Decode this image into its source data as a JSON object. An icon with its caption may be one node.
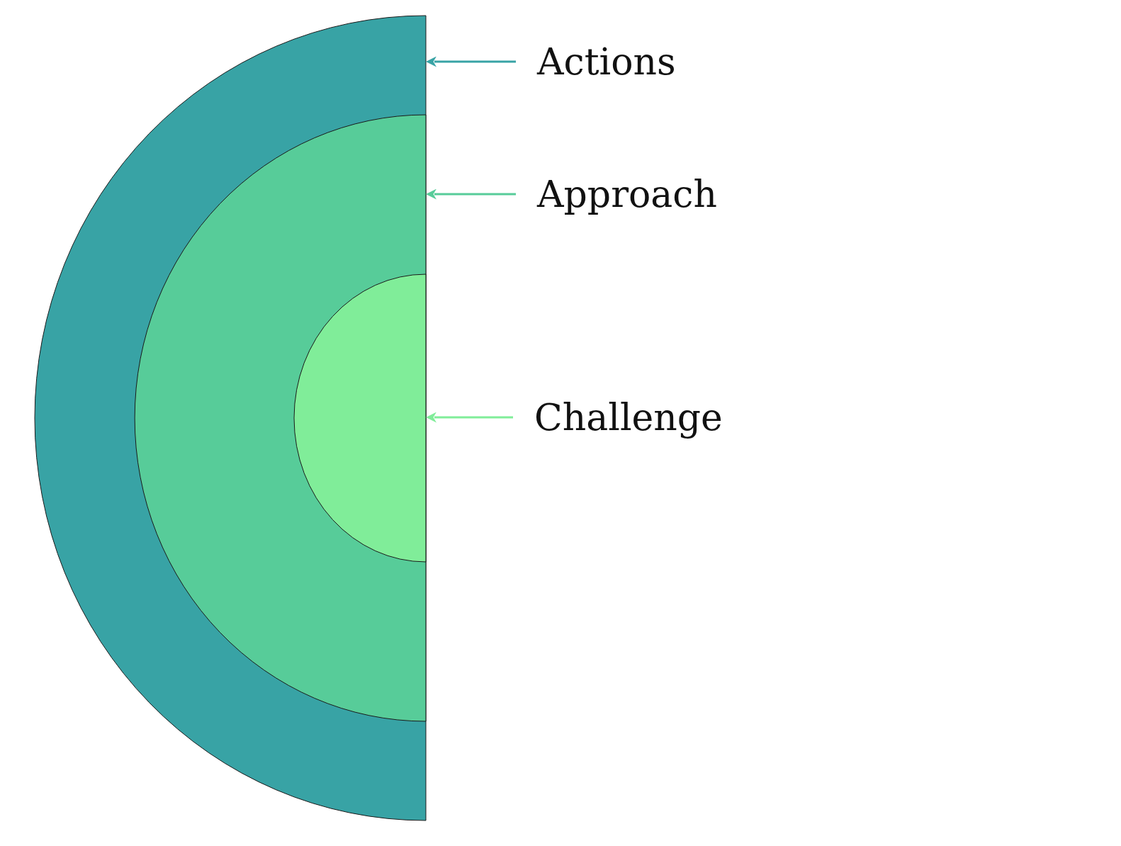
{
  "diagram": {
    "nodes": [
      {
        "text": [],
        "shape": "semicircle"
      },
      {
        "text": [],
        "shape": "semicircle",
        "in": 0
      },
      {
        "text": [],
        "shape": "semicircle",
        "in": 1
      },
      {
        "text": [
          "Actions"
        ]
      },
      {
        "text": [
          "Approach"
        ]
      },
      {
        "text": [
          "Challenge"
        ]
      }
    ],
    "edges": [
      {
        "from": 3,
        "to": 0,
        "arrow": "to",
        "color": "#38a3a5"
      },
      {
        "from": 4,
        "to": 1,
        "arrow": "to",
        "color": "#57cc99"
      },
      {
        "from": 5,
        "to": 2,
        "arrow": "to",
        "color": "#80ed99"
      }
    ]
  }
}
